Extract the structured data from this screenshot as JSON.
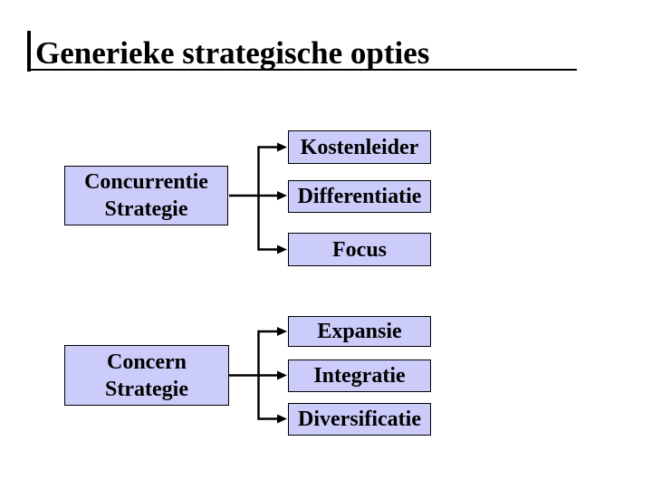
{
  "title": "Generieke strategische opties",
  "colors": {
    "background": "#ffffff",
    "box_fill": "#CCCCFA",
    "box_border": "#000000",
    "line": "#000000",
    "text": "#000000"
  },
  "diagram": {
    "groups": [
      {
        "id": "concurrentie",
        "source": {
          "lines": [
            "Concurrentie",
            "Strategie"
          ]
        },
        "targets": [
          "Kostenleider",
          "Differentiatie",
          "Focus"
        ]
      },
      {
        "id": "concern",
        "source": {
          "lines": [
            "Concern",
            "Strategie"
          ]
        },
        "targets": [
          "Expansie",
          "Integratie",
          "Diversificatie"
        ]
      }
    ]
  }
}
